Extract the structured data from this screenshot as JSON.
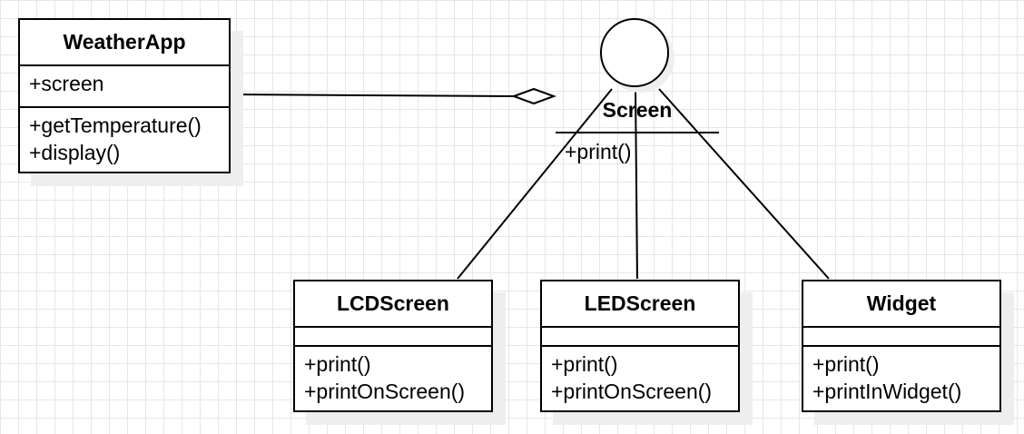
{
  "diagram": {
    "classes": {
      "weatherapp": {
        "name": "WeatherApp",
        "attributes": [
          "+screen"
        ],
        "methods": [
          "+getTemperature()",
          "+display()"
        ]
      },
      "lcdscreen": {
        "name": "LCDScreen",
        "attributes": [],
        "methods": [
          "+print()",
          "+printOnScreen()"
        ]
      },
      "ledscreen": {
        "name": "LEDScreen",
        "attributes": [],
        "methods": [
          "+print()",
          "+printOnScreen()"
        ]
      },
      "widget": {
        "name": "Widget",
        "attributes": [],
        "methods": [
          "+print()",
          "+printInWidget()"
        ]
      }
    },
    "interface": {
      "name": "Screen",
      "methods": [
        "+print()"
      ]
    },
    "relationships": [
      {
        "type": "aggregation",
        "from": "WeatherApp",
        "to": "Screen"
      },
      {
        "type": "realization",
        "from": "LCDScreen",
        "to": "Screen"
      },
      {
        "type": "realization",
        "from": "LEDScreen",
        "to": "Screen"
      },
      {
        "type": "realization",
        "from": "Widget",
        "to": "Screen"
      }
    ]
  }
}
